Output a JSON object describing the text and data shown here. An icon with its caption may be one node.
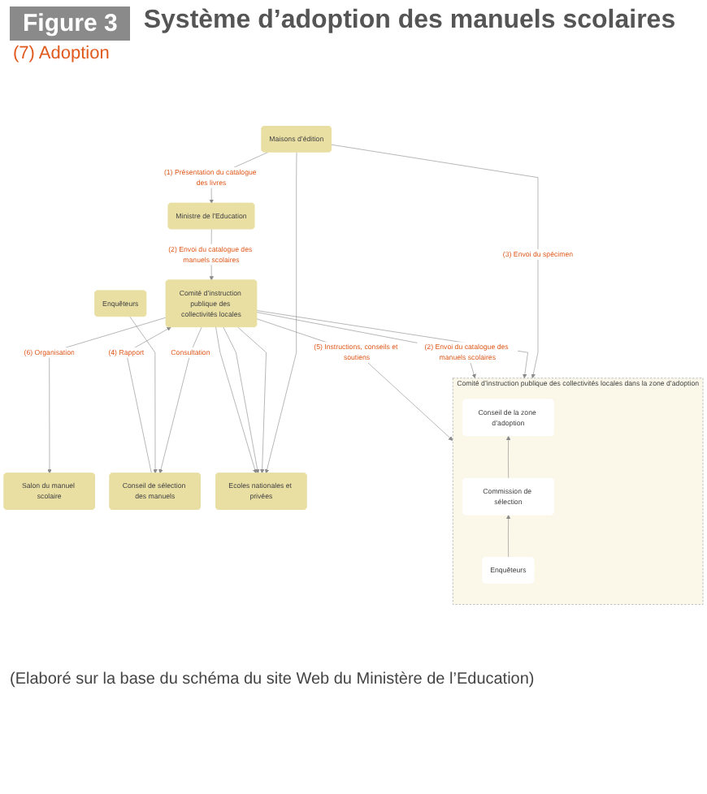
{
  "diagram": {
    "title": "Système d’adoption des manuels scolaires",
    "caption": "(Elaboré sur la base du schéma du site Web du Ministère de l’Education)",
    "nodes": [
      {
        "text": [
          "Ministre de l’Education"
        ]
      },
      {
        "text": [
          "Maisons d’édition"
        ]
      },
      {
        "text": [
          "Conseil de sélection des manuels"
        ]
      },
      {
        "text": [
          "Enquêteurs"
        ]
      },
      {
        "text": [
          "Comité d’instruction publique des collectivités locales"
        ]
      },
      {
        "text": [
          "Salon du manuel scolaire"
        ]
      },
      {
        "text": [
          "Comité d’instruction publique des collectivités locales dans la zone d’adoption"
        ]
      },
      {
        "text": [
          "Conseil de la zone d’adoption"
        ],
        "in": 6
      },
      {
        "text": [
          "Commission de sélection"
        ],
        "in": 6
      },
      {
        "text": [
          "Enquêteurs"
        ],
        "in": 6
      },
      {
        "text": [
          "Ecoles nationales et privées"
        ]
      }
    ],
    "edges": [
      {
        "from": 1,
        "to": 0,
        "arrow": "to",
        "label": "(1) Présentation du catalogue des livres"
      },
      {
        "from": 0,
        "to": 4,
        "arrow": "to",
        "label": "(2) Envoi du catalogue des manuels scolaires"
      },
      {
        "from": 4,
        "to": 2,
        "arrow": "to",
        "label": "Consultation"
      },
      {
        "from": 2,
        "to": 4,
        "arrow": "to",
        "label": "(4) Rapport"
      },
      {
        "from": 3,
        "to": 2,
        "arrow": "to"
      },
      {
        "from": 1,
        "to": 6,
        "arrow": "to",
        "label": "(3) Envoi du spécimen"
      },
      {
        "from": 1,
        "to": 10,
        "arrow": "to"
      },
      {
        "from": 4,
        "to": 6,
        "arrow": "to"
      },
      {
        "from": 4,
        "to": 10,
        "arrow": "to"
      },
      {
        "from": 4,
        "to": 5,
        "arrow": "to",
        "label": "(6) Organisation"
      },
      {
        "from": 4,
        "to": 6,
        "arrow": "to",
        "label": "(2) Envoi du catalogue des manuels scolaires"
      },
      {
        "from": 4,
        "to": 10,
        "arrow": "to"
      },
      {
        "from": 4,
        "to": 6,
        "arrow": "to",
        "label": "(5) Instructions, conseils et soutiens"
      },
      {
        "from": 4,
        "to": 10,
        "arrow": "to"
      },
      {
        "from": 9,
        "to": 8,
        "arrow": "to"
      },
      {
        "from": 8,
        "to": 7,
        "arrow": "to"
      }
    ],
    "labels": [
      "Figure 3",
      "(7) Adoption"
    ]
  }
}
